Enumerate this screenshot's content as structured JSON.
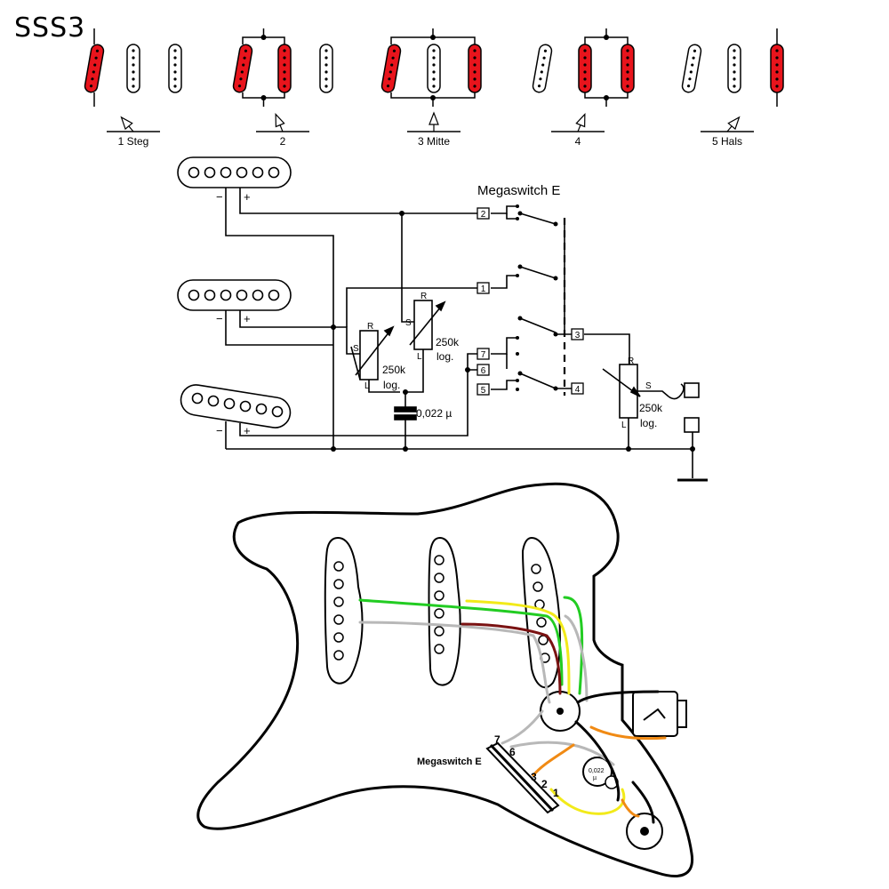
{
  "title": "SSS3",
  "positions": [
    {
      "label": "1 Steg",
      "active": [
        "bridge"
      ]
    },
    {
      "label": "2",
      "active": [
        "bridge",
        "middle"
      ]
    },
    {
      "label": "3 Mitte",
      "active": [
        "bridge",
        "neck"
      ]
    },
    {
      "label": "4",
      "active": [
        "middle",
        "neck"
      ]
    },
    {
      "label": "5 Hals",
      "active": [
        "neck"
      ]
    }
  ],
  "schematic": {
    "switch_title": "Megaswitch E",
    "terminals": [
      "1",
      "2",
      "3",
      "4",
      "5",
      "6",
      "7"
    ],
    "pot_label_1": "250k",
    "pot_label_2": "log.",
    "pot_pin_s": "S",
    "pot_pin_r": "R",
    "pot_pin_l": "L",
    "cap_label": "0,022 µ",
    "minus": "−",
    "plus": "+"
  },
  "layout_diagram": {
    "switch_label": "Megaswitch E",
    "switch_terminals": [
      "7",
      "6",
      "3",
      "2",
      "1"
    ],
    "cap_text_1": "0,022",
    "cap_text_2": "µ"
  },
  "colors": {
    "pickup_active": "#e8141c",
    "green": "#22cc22",
    "yellow": "#f2ea1a",
    "brown": "#7a1212",
    "grey": "#b8b8b8",
    "orange": "#f08a14",
    "black": "#000000"
  }
}
